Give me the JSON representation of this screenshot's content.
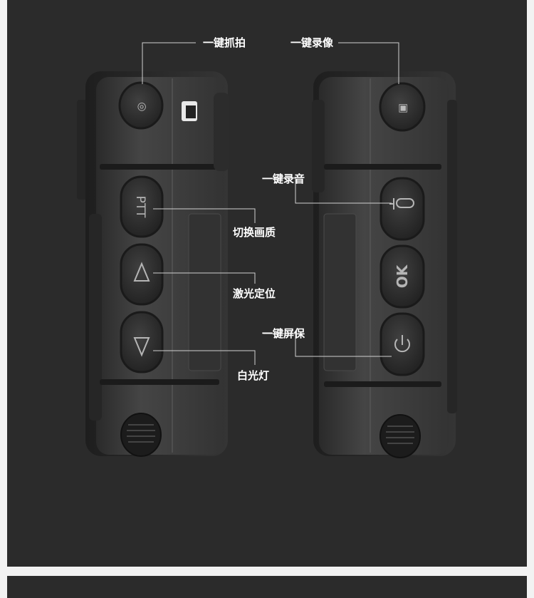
{
  "labels": {
    "snapshot": "一键抓拍",
    "record_video": "一键录像",
    "record_audio": "一键录音",
    "switch_quality": "切换画质",
    "laser": "激光定位",
    "screen_lock": "一键屏保",
    "white_light": "白光灯"
  },
  "buttons": {
    "ptt": "PTT",
    "ok": "OK"
  },
  "colors": {
    "background": "#2b2b2b",
    "device_body": "#3a3a3a",
    "button": "#2e2e2e",
    "leader_line": "#d0d0d0",
    "label_text": "#ffffff"
  }
}
